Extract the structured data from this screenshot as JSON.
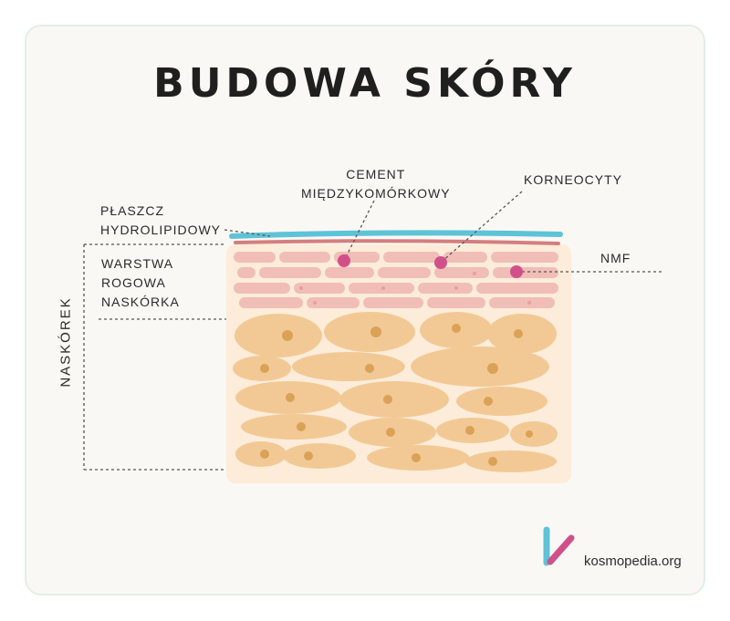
{
  "title": "BUDOWA SKÓRY",
  "labels": {
    "cement": [
      "CEMENT",
      "MIĘDZYKOMÓRKOWY"
    ],
    "korneocyty": "KORNEOCYTY",
    "plaszcz": [
      "PŁASZCZ",
      "HYDROLIPIDOWY"
    ],
    "nmf": "NMF",
    "warstwa": [
      "WARSTWA",
      "ROGOWA",
      "NASKÓRKA"
    ],
    "naskorek": "NASKÓREK"
  },
  "brand": {
    "text": "kosmopedia.org",
    "logo_icon": "kosmopedia-k-logo-icon"
  },
  "colors": {
    "hydrolipid": "#5ec3d6",
    "marker": "#d1508a",
    "horny_cells": "#efb3b0",
    "cells": "#f0c890",
    "nucleus": "#d9a257",
    "logo_cyan": "#5ec3d6",
    "logo_pink": "#d1508a"
  }
}
